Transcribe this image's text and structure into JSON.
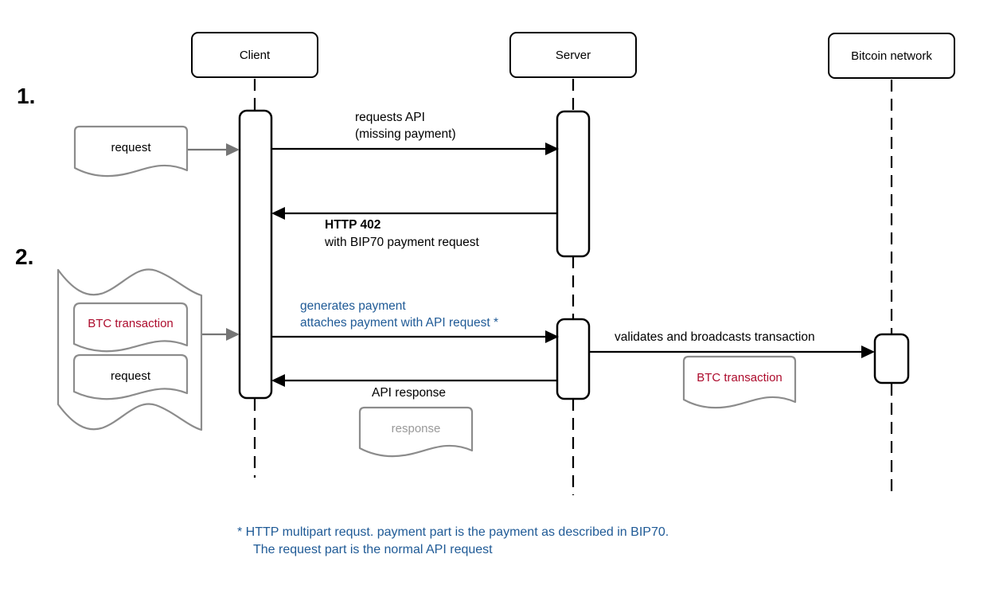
{
  "diagram": {
    "title_hint": "BIP70 HTTP 402 payment sequence diagram",
    "actors": {
      "client": "Client",
      "server": "Server",
      "bitcoin": "Bitcoin network"
    },
    "steps": {
      "one": "1.",
      "two": "2."
    },
    "messages": {
      "request_api": "requests API\n(missing payment)",
      "http402_title": "HTTP 402",
      "http402_sub": "with BIP70 payment request",
      "generate_payment": "generates payment\nattaches payment with API request *",
      "api_response": "API response",
      "validates": "validates and broadcasts transaction"
    },
    "documents": {
      "request_top": "request",
      "btc_tx_left": "BTC transaction",
      "request_bundle": "request",
      "response": "response",
      "btc_tx_right": "BTC transaction"
    },
    "footnote": {
      "line1": "* HTTP multipart requst. payment part is the payment as described in BIP70.",
      "line2": "The request part is the normal API request"
    },
    "colors": {
      "note_blue": "#1f5a96",
      "btc_red": "#ad0c2d",
      "doc_gray": "#8c8c8c",
      "arrow_gray": "#757575",
      "line_black": "#000000"
    }
  }
}
